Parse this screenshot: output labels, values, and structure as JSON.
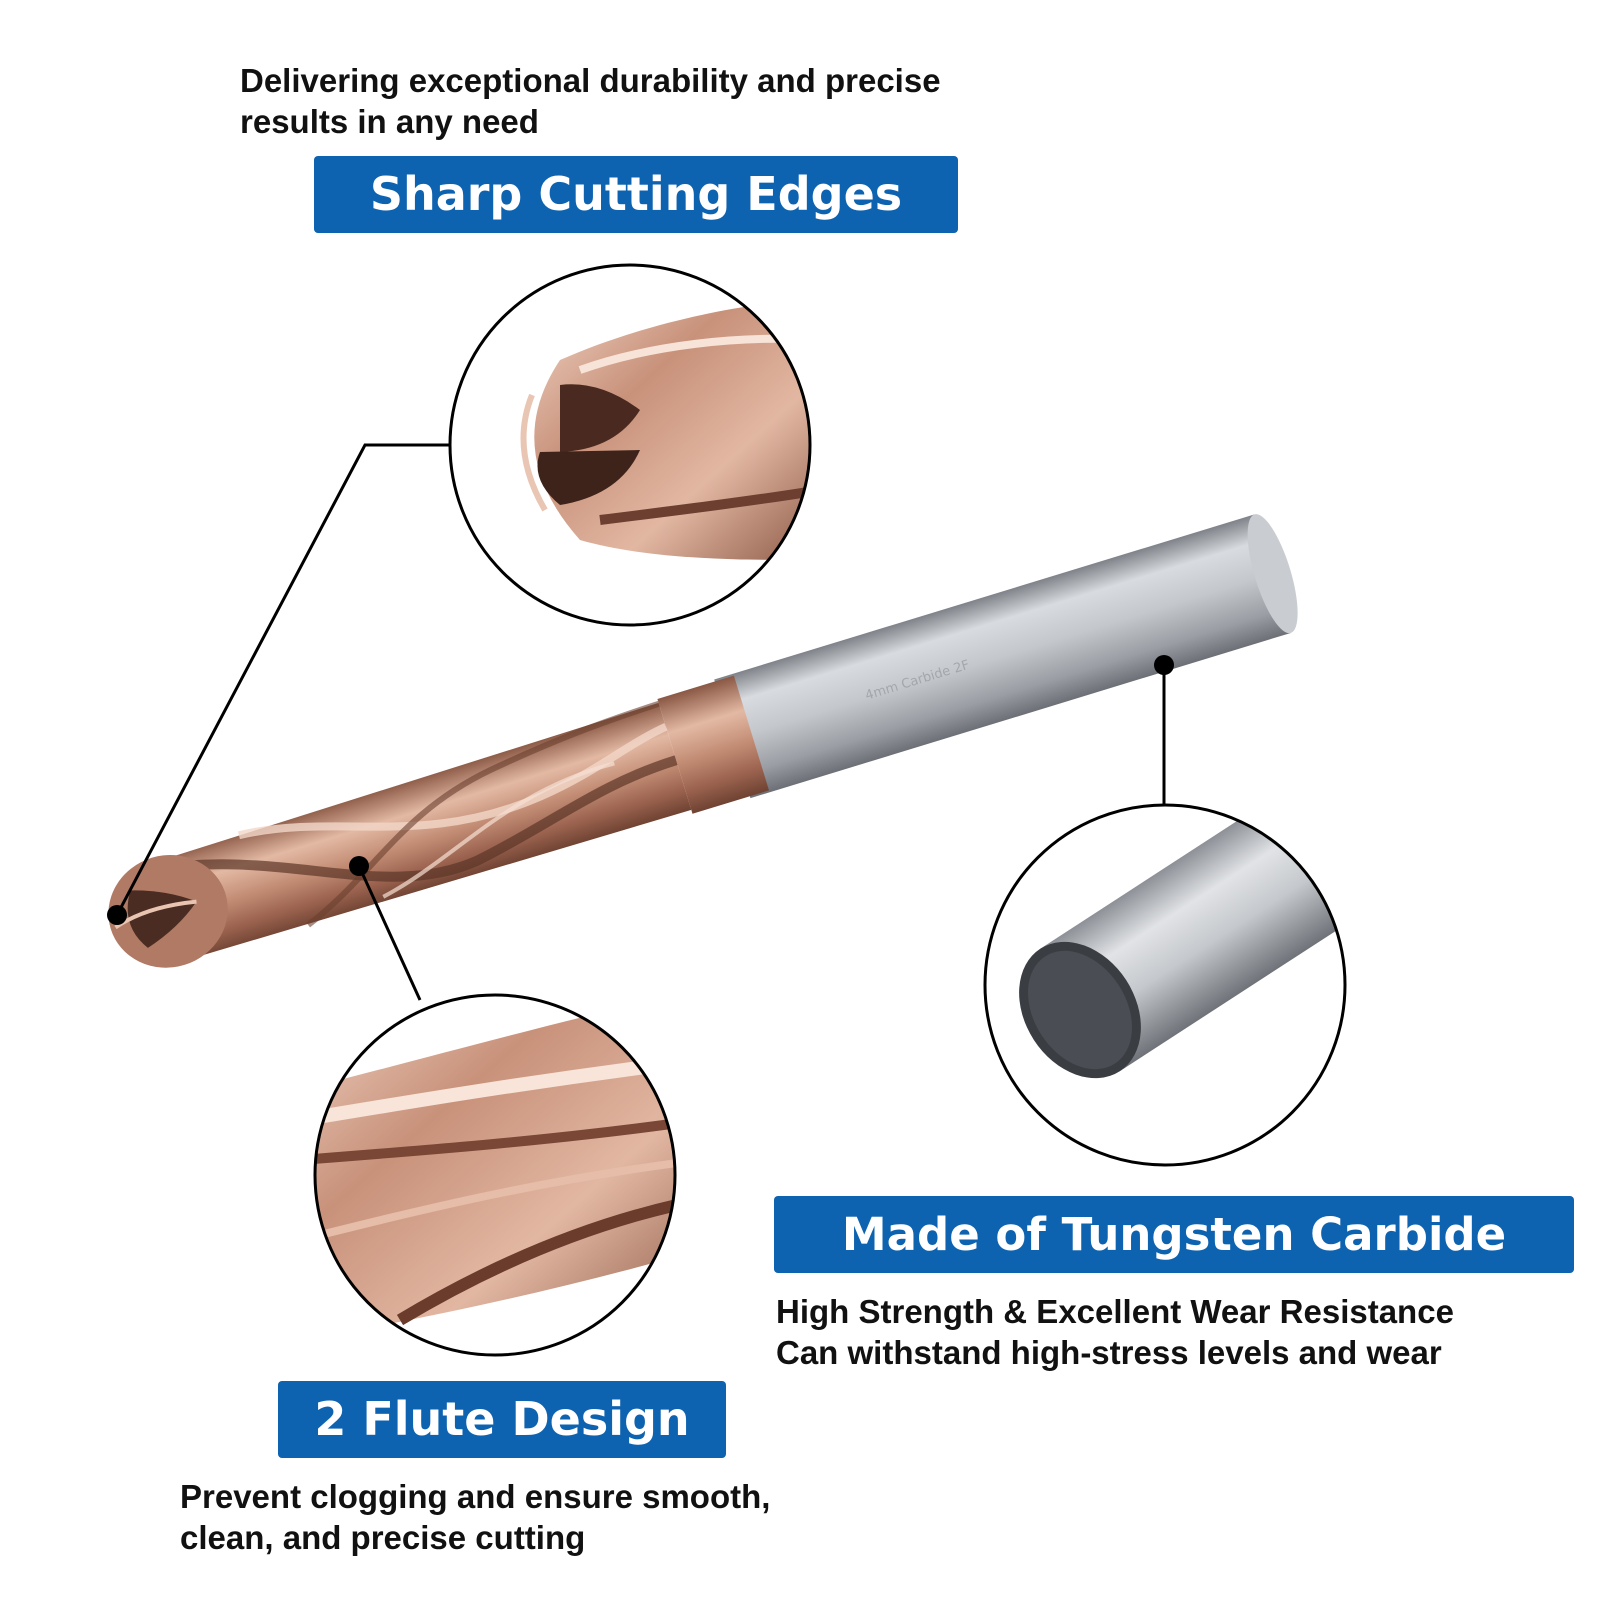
{
  "sections": {
    "sharp_edges": {
      "description": "Delivering exceptional durability and precise results in any need",
      "description_line1": "Delivering exceptional durability and precise",
      "description_line2": "results in any need",
      "badge": "Sharp Cutting Edges"
    },
    "tungsten_carbide": {
      "badge": "Made of Tungsten Carbide",
      "description_line1": "High Strength & Excellent Wear Resistance",
      "description_line2": "Can withstand high-stress levels and wear"
    },
    "flute_design": {
      "badge": "2 Flute Design",
      "description_line1": "Prevent clogging and ensure smooth,",
      "description_line2": "clean, and precise cutting"
    }
  },
  "colors": {
    "badge_bg": "#0e63b0",
    "badge_text": "#ffffff",
    "body_text": "#111111",
    "copper": "#c58f77",
    "steel": "#b8bcc2"
  },
  "icons": {
    "product": "ball-nose-end-mill-icon",
    "tip_zoom": "cutting-edge-zoom-icon",
    "flute_zoom": "flute-zoom-icon",
    "shank_zoom": "carbide-shank-zoom-icon"
  }
}
